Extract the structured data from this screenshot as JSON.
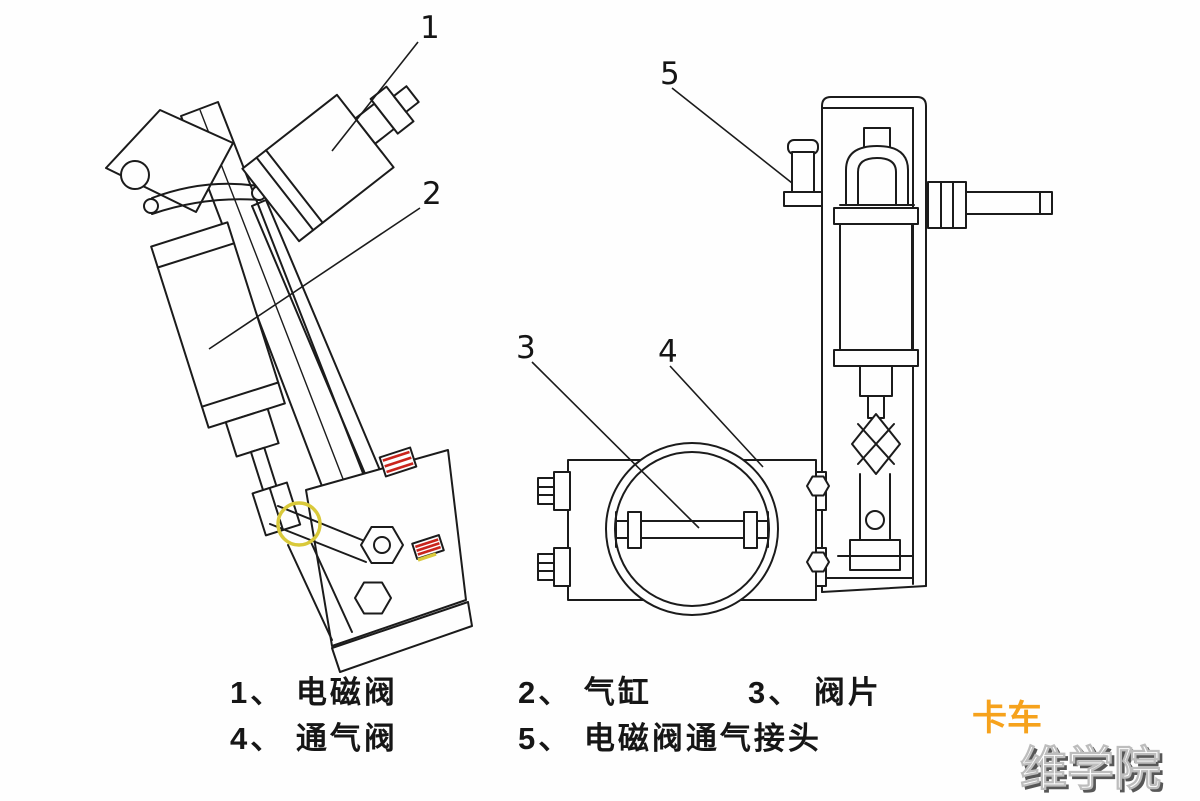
{
  "callouts": [
    "1",
    "2",
    "3",
    "4",
    "5"
  ],
  "legend": {
    "items": [
      "1、 电磁阀",
      "2、 气缸",
      "3、 阀片",
      "4、 通气阀",
      "5、 电磁阀通气接头"
    ]
  },
  "watermark": {
    "top": "卡车",
    "bottom": "维学院"
  },
  "colors": {
    "line": "#1b1b1b",
    "accent-red": "#c9241c",
    "accent-yellow": "#d9c93a",
    "accent-orange": "#f6a21c",
    "wm-shadow": "#575757"
  }
}
